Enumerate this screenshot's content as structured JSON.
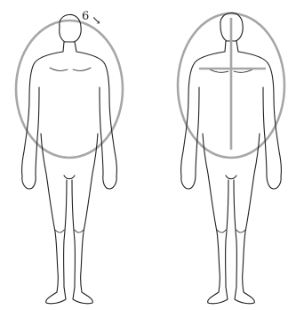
{
  "annotation": {
    "mark_text": "6",
    "arrow_text": "↘"
  },
  "colors": {
    "outline": "#1f1f1f",
    "guide": "#a7a7a7",
    "background": "#ffffff"
  },
  "figures": [
    {
      "id": "left",
      "guides": [
        "ellipse"
      ]
    },
    {
      "id": "right",
      "guides": [
        "ellipse",
        "vertical-axis",
        "shoulder-bar"
      ]
    }
  ]
}
